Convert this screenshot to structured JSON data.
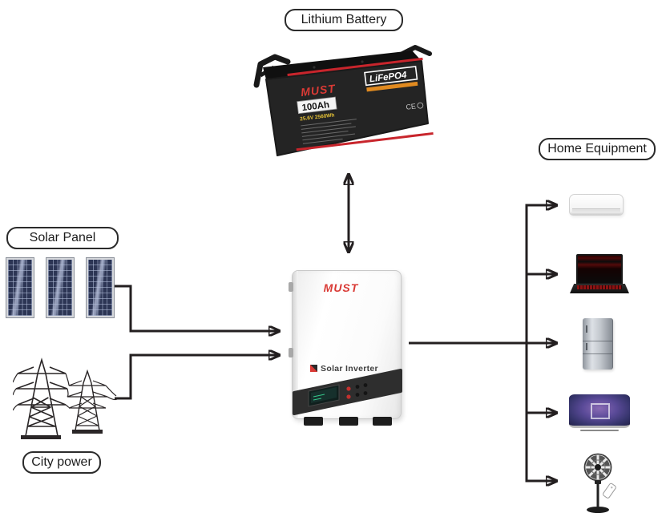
{
  "labels": {
    "battery": "Lithium Battery",
    "solar_panel": "Solar Panel",
    "city_power": "City power",
    "home_equipment": "Home Equipment"
  },
  "battery": {
    "brand": "MUST",
    "capacity": "100Ah",
    "chemistry": "LiFePO4",
    "rating": "25.6V 2560Wh",
    "certification": "CE"
  },
  "inverter": {
    "brand": "MUST",
    "product": "Solar Inverter"
  },
  "solar": {
    "panel_count": 3
  },
  "home_equipment": {
    "devices": [
      {
        "icon": "air-conditioner-icon"
      },
      {
        "icon": "laptop-icon"
      },
      {
        "icon": "refrigerator-icon"
      },
      {
        "icon": "television-icon"
      },
      {
        "icon": "standing-fan-icon"
      }
    ]
  },
  "connections": [
    {
      "from": "solar-panel",
      "to": "solar-inverter",
      "style": "arrow"
    },
    {
      "from": "city-power",
      "to": "solar-inverter",
      "style": "arrow"
    },
    {
      "from": "solar-inverter",
      "to": "lithium-battery",
      "style": "double-arrow"
    },
    {
      "from": "solar-inverter",
      "to": "home-equipment",
      "style": "arrow-fanout-5"
    }
  ],
  "colors": {
    "connector": "#231f20",
    "brand_red": "#d93a35",
    "panel_navy": "#2c3554",
    "pill_border": "#2b2b2b"
  }
}
